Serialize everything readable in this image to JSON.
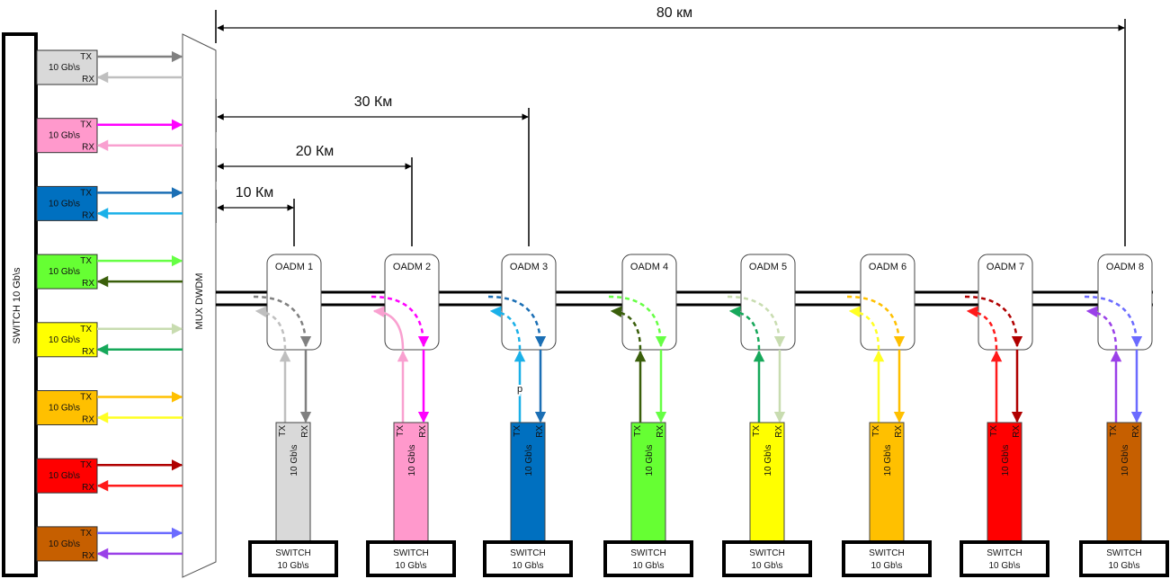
{
  "title": "DWDM network diagram with 8 OADM nodes",
  "main_switch": {
    "label": "SWITCH 10 Gb\\s"
  },
  "mux": {
    "label": "MUX DWDM"
  },
  "distances": [
    {
      "label": "80 км",
      "to_node": 8
    },
    {
      "label": "30 Км",
      "to_node": 3
    },
    {
      "label": "20 Км",
      "to_node": 2
    },
    {
      "label": "10 Км",
      "to_node": 1
    }
  ],
  "port_labels": {
    "tx": "TX",
    "rx": "RX",
    "rate": "10 Gb\\s"
  },
  "channels": [
    {
      "node": "OADM 1",
      "module_color": "#d9d9d9",
      "tx_color": "#808080",
      "rx_color": "#bfbfbf",
      "switch_line1": "SWITCH",
      "switch_line2": "10 Gb\\s",
      "add_solid": false
    },
    {
      "node": "OADM 2",
      "module_color": "#ff99cc",
      "tx_color": "#ff00ff",
      "rx_color": "#f9a0d0",
      "switch_line1": "SWITCH",
      "switch_line2": "10 Gb\\s",
      "add_solid": true
    },
    {
      "node": "OADM 3",
      "module_color": "#0070c0",
      "tx_color": "#1b6fb5",
      "rx_color": "#1ab0e8",
      "switch_line1": "SWITCH",
      "switch_line2": "10 Gb\\s",
      "add_solid": false,
      "tx_annotation": "p"
    },
    {
      "node": "OADM 4",
      "module_color": "#66ff33",
      "tx_color": "#66ff44",
      "rx_color": "#3a5f0b",
      "switch_line1": "SWITCH",
      "switch_line2": "10 Gb\\s",
      "add_solid": false
    },
    {
      "node": "OADM 5",
      "module_color": "#ffff00",
      "tx_color": "#c8dcb0",
      "rx_color": "#16a85a",
      "switch_line1": "SWITCH",
      "switch_line2": "10 Gb\\s",
      "add_solid": false
    },
    {
      "node": "OADM 6",
      "module_color": "#ffc000",
      "tx_color": "#ffc000",
      "rx_color": "#ffff22",
      "switch_line1": "SWITCH",
      "switch_line2": "10 Gb\\s",
      "add_solid": false
    },
    {
      "node": "OADM 7",
      "module_color": "#ff0000",
      "tx_color": "#b00000",
      "rx_color": "#ff1a1a",
      "switch_line1": "SWITCH",
      "switch_line2": "10 Gb\\s",
      "add_solid": false
    },
    {
      "node": "OADM 8",
      "module_color": "#c65f00",
      "tx_color": "#6b6bff",
      "rx_color": "#9a40e8",
      "switch_line1": "SWITCH",
      "switch_line2": "10 Gb\\s",
      "add_solid": false
    }
  ]
}
